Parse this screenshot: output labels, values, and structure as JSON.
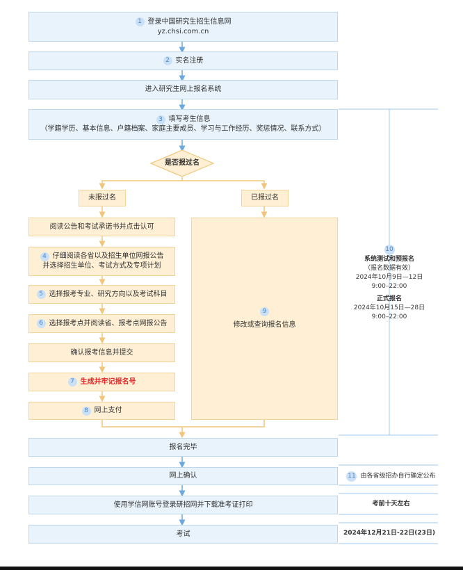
{
  "steps": {
    "s1": {
      "num": "1",
      "line1": "登录中国研究生招生信息网",
      "line2": "yz.chsi.com.cn"
    },
    "s2": {
      "num": "2",
      "label": "实名注册"
    },
    "s3": {
      "label": "进入研究生网上报名系统"
    },
    "s4": {
      "num": "3",
      "line1": "填写考生信息",
      "line2": "（学籍学历、基本信息、户籍档案、家庭主要成员、学习与工作经历、奖惩情况、联系方式）"
    },
    "decision": {
      "label": "是否报过名"
    },
    "no": {
      "label": "未报过名"
    },
    "yes": {
      "label": "已报过名"
    },
    "l1": {
      "label": "阅读公告和考试承诺书并点击认可"
    },
    "l2": {
      "num": "4",
      "line1": "仔细阅读各省以及招生单位网报公告",
      "line2": "并选择招生单位、考试方式及专项计划"
    },
    "l3": {
      "num": "5",
      "label": "选择报考专业、研究方向以及考试科目"
    },
    "l4": {
      "num": "6",
      "label": "选择报考点并阅读省、报考点网报公告"
    },
    "l5": {
      "label": "确认报考信息并提交"
    },
    "l6": {
      "num": "7",
      "label": "生成并牢记报名号"
    },
    "l7": {
      "num": "8",
      "label": "网上支付"
    },
    "r1": {
      "num": "9",
      "label": "修改或查询报名信息"
    },
    "done": {
      "label": "报名完毕"
    },
    "confirm": {
      "label": "网上确认"
    },
    "print": {
      "label": "使用学信网账号登录研招网并下载准考证打印"
    },
    "exam": {
      "label": "考试"
    }
  },
  "side": {
    "s10": {
      "num": "10",
      "title1": "系统测试和预报名",
      "sub1": "（报名数据有效）",
      "date1": "2024年10月9日—12日",
      "time1": "9:00–22:00",
      "title2": "正式报名",
      "date2": "2024年10月15日—28日",
      "time2": "9:00–22:00"
    },
    "s11": {
      "num": "11",
      "label": "由各省级招办自行确定公布"
    },
    "s12": {
      "label": "考前十天左右"
    },
    "s13": {
      "label": "2024年12月21日-22日(23日)"
    }
  },
  "colors": {
    "blue_line": "#6aa8de",
    "orange_line": "#f1c57a",
    "red": "#e02a2a"
  }
}
